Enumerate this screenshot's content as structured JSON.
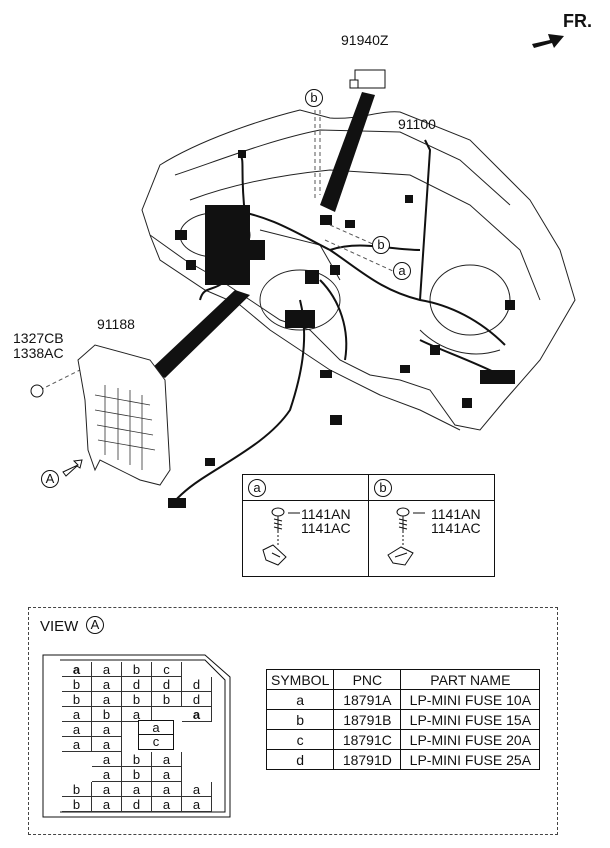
{
  "direction": {
    "label": "FR."
  },
  "parts": {
    "relay": "91940Z",
    "main_harness": "91100",
    "junction_block": "91188",
    "nut_1": "1327CB",
    "nut_2": "1338AC"
  },
  "callouts": {
    "a": "a",
    "b": "b",
    "view_ref": "A"
  },
  "detail_boxes": [
    {
      "tag": "a",
      "bolt_1": "1141AN",
      "bolt_2": "1141AC"
    },
    {
      "tag": "b",
      "bolt_1": "1141AN",
      "bolt_2": "1141AC"
    }
  ],
  "view": {
    "title": "VIEW",
    "ref": "A"
  },
  "fuse_grid": [
    [
      "a",
      "a",
      "b",
      "c",
      "",
      ""
    ],
    [
      "b",
      "a",
      "d",
      "d",
      "d",
      ""
    ],
    [
      "b",
      "a",
      "b",
      "b",
      "d",
      ""
    ],
    [
      "a",
      "b",
      "a",
      "",
      "a",
      ""
    ],
    [
      "a",
      "a",
      "",
      "",
      "",
      ""
    ],
    [
      "a",
      "a",
      "",
      "",
      "",
      ""
    ],
    [
      "",
      "a",
      "b",
      "a",
      "",
      ""
    ],
    [
      "",
      "a",
      "b",
      "a",
      "",
      ""
    ],
    [
      "b",
      "a",
      "a",
      "a",
      "a",
      ""
    ],
    [
      "b",
      "a",
      "d",
      "a",
      "a",
      ""
    ]
  ],
  "fuse_center": [
    "a",
    "c"
  ],
  "legend": {
    "headers": [
      "SYMBOL",
      "PNC",
      "PART NAME"
    ],
    "rows": [
      [
        "a",
        "18791A",
        "LP-MINI FUSE 10A"
      ],
      [
        "b",
        "18791B",
        "LP-MINI FUSE 15A"
      ],
      [
        "c",
        "18791C",
        "LP-MINI FUSE 20A"
      ],
      [
        "d",
        "18791D",
        "LP-MINI FUSE 25A"
      ]
    ]
  },
  "colors": {
    "line": "#111111",
    "dash": "#555555"
  }
}
